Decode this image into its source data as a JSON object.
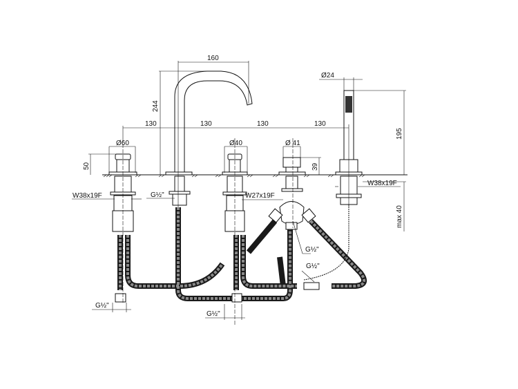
{
  "drawing": {
    "dimensions": {
      "spout_reach": "160",
      "spout_height": "244",
      "spacing_1": "130",
      "spacing_2": "130",
      "spacing_3": "130",
      "spacing_4": "130",
      "handle_left_diameter": "Ø60",
      "handle_left_height": "50",
      "handle_mid_diameter": "Ø40",
      "diverter_diameter": "Ø 41",
      "diverter_height": "39",
      "shower_diameter": "Ø24",
      "shower_height": "195",
      "max_deck_thickness": "max 40"
    },
    "threads": {
      "left_thread": "W38x19F",
      "spout_thread": "G½\"",
      "mid_thread": "W27x19F",
      "right_thread": "W38x19F",
      "diverter_outlet_1": "G½\"",
      "diverter_outlet_2": "G½\"",
      "left_inlet": "G½\"",
      "bottom_inlet": "G½\""
    }
  }
}
